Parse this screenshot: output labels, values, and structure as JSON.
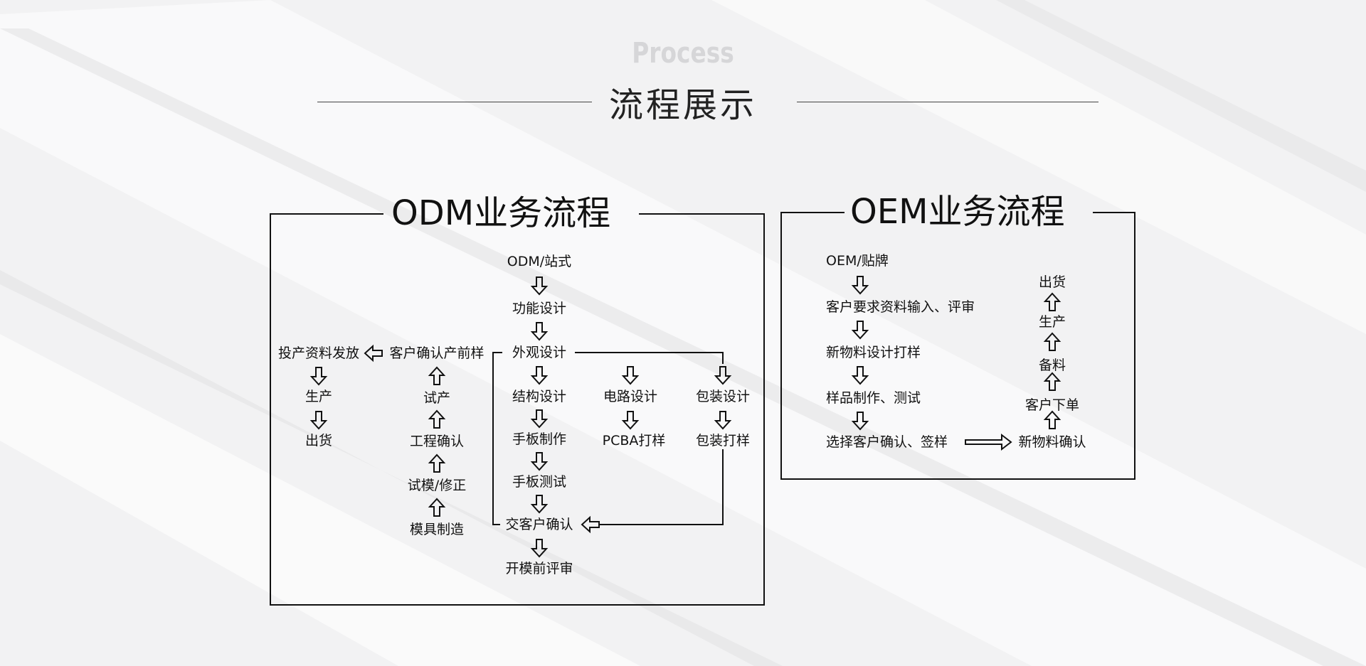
{
  "header": {
    "title_en": "Process",
    "title_zh": "流程展示"
  },
  "odm": {
    "title": "ODM业务流程",
    "start": "ODM/站式",
    "func_design": "功能设计",
    "look_design": "外观设计",
    "struct_design": "结构设计",
    "circuit_design": "电路设计",
    "pack_design": "包装设计",
    "hand_make": "手板制作",
    "pcba": "PCBA打样",
    "pack_sample": "包装打样",
    "hand_test": "手板测试",
    "client_confirm": "交客户确认",
    "pre_mold_review": "开模前评审",
    "mold_make": "模具制造",
    "mold_trial": "试模/修正",
    "eng_confirm": "工程确认",
    "trial_prod": "试产",
    "client_pre_sample": "客户确认产前样",
    "release_docs": "投产资料发放",
    "production": "生产",
    "shipping": "出货"
  },
  "oem": {
    "title": "OEM业务流程",
    "start": "OEM/贴牌",
    "req_input": "客户要求资料输入、评审",
    "new_mat_design": "新物料设计打样",
    "sample_test": "样品制作、测试",
    "select_confirm": "选择客户确认、签样",
    "new_mat_confirm": "新物料确认",
    "client_order": "客户下单",
    "prepare_mat": "备料",
    "production": "生产",
    "shipping": "出货"
  },
  "colors": {
    "line": "#111111",
    "background": "#f2f2f3",
    "accent_light": "#d6d6d8"
  }
}
